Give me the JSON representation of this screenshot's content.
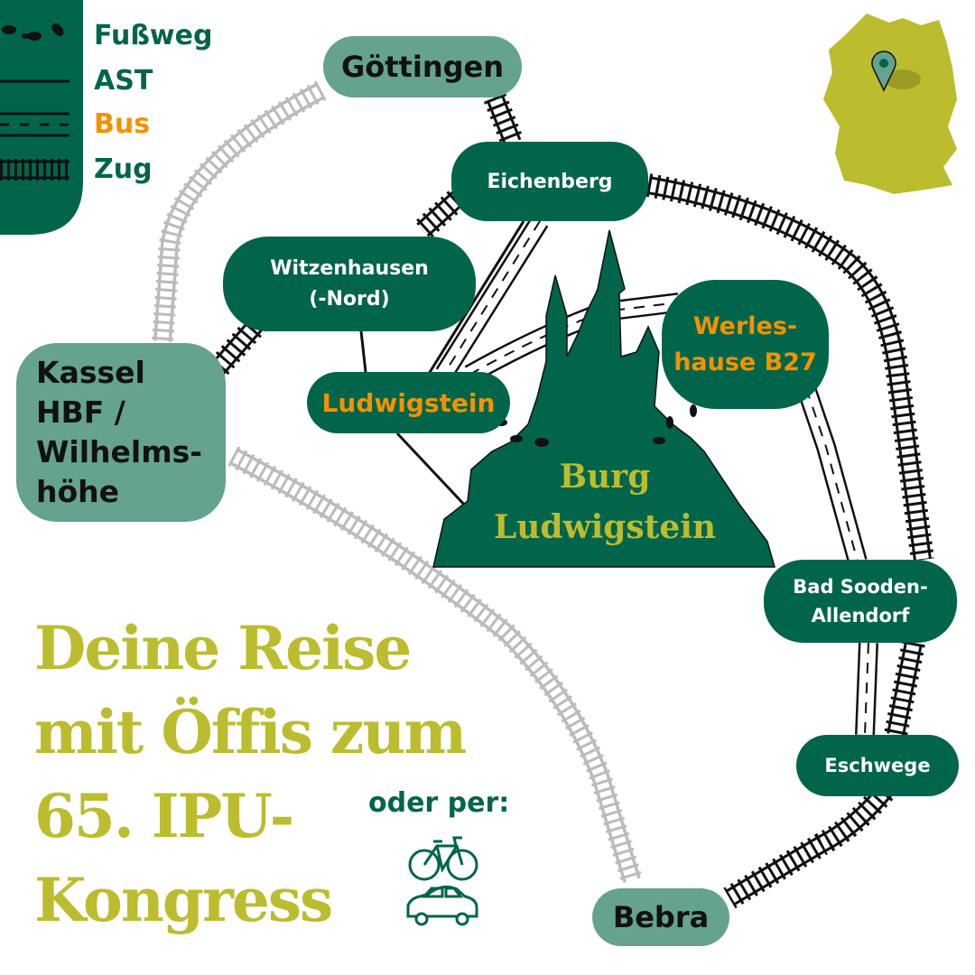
{
  "legend": {
    "items": [
      {
        "label": "Fußweg",
        "icon": "footprints-icon",
        "color": "#00654a"
      },
      {
        "label": "AST",
        "icon": "solid-line-icon",
        "color": "#00654a"
      },
      {
        "label": "Bus",
        "icon": "road-icon",
        "color": "#f39200"
      },
      {
        "label": "Zug",
        "icon": "railway-icon",
        "color": "#00654a"
      }
    ]
  },
  "stations": {
    "goettingen": "Göttingen",
    "eichenberg": "Eichenberg",
    "witzenhausen": [
      "Witzenhausen",
      "(-Nord)"
    ],
    "kassel": [
      "Kassel",
      "HBF /",
      "Wilhelms-",
      "höhe"
    ],
    "ludwigstein": "Ludwigstein",
    "werleshausen": [
      "Werles-",
      "hause B27"
    ],
    "bad_sooden": [
      "Bad Sooden-",
      "Allendorf"
    ],
    "eschwege": "Eschwege",
    "bebra": "Bebra"
  },
  "destination": [
    "Burg",
    "Ludwigstein"
  ],
  "headline": [
    "Deine Reise",
    "mit Öffis zum",
    "65. IPU-",
    "Kongress"
  ],
  "alternatives": {
    "label": "oder per:",
    "icons": [
      "bicycle-icon",
      "car-icon"
    ]
  },
  "colors": {
    "dark_green": "#00654a",
    "olive": "#bcbc2f",
    "teal": "#65a28f",
    "orange": "#f39200"
  }
}
